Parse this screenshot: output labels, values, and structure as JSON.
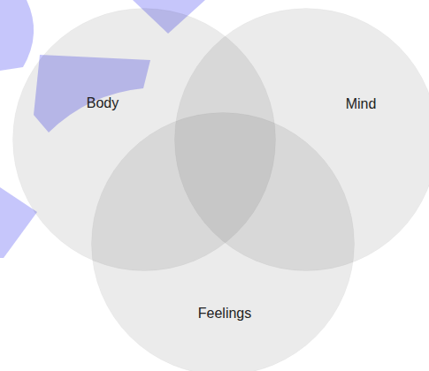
{
  "diagram": {
    "nodes": [
      {
        "text": [
          "Body"
        ]
      },
      {
        "text": [
          "Mind"
        ]
      },
      {
        "text": [
          "Feelings"
        ]
      }
    ]
  }
}
